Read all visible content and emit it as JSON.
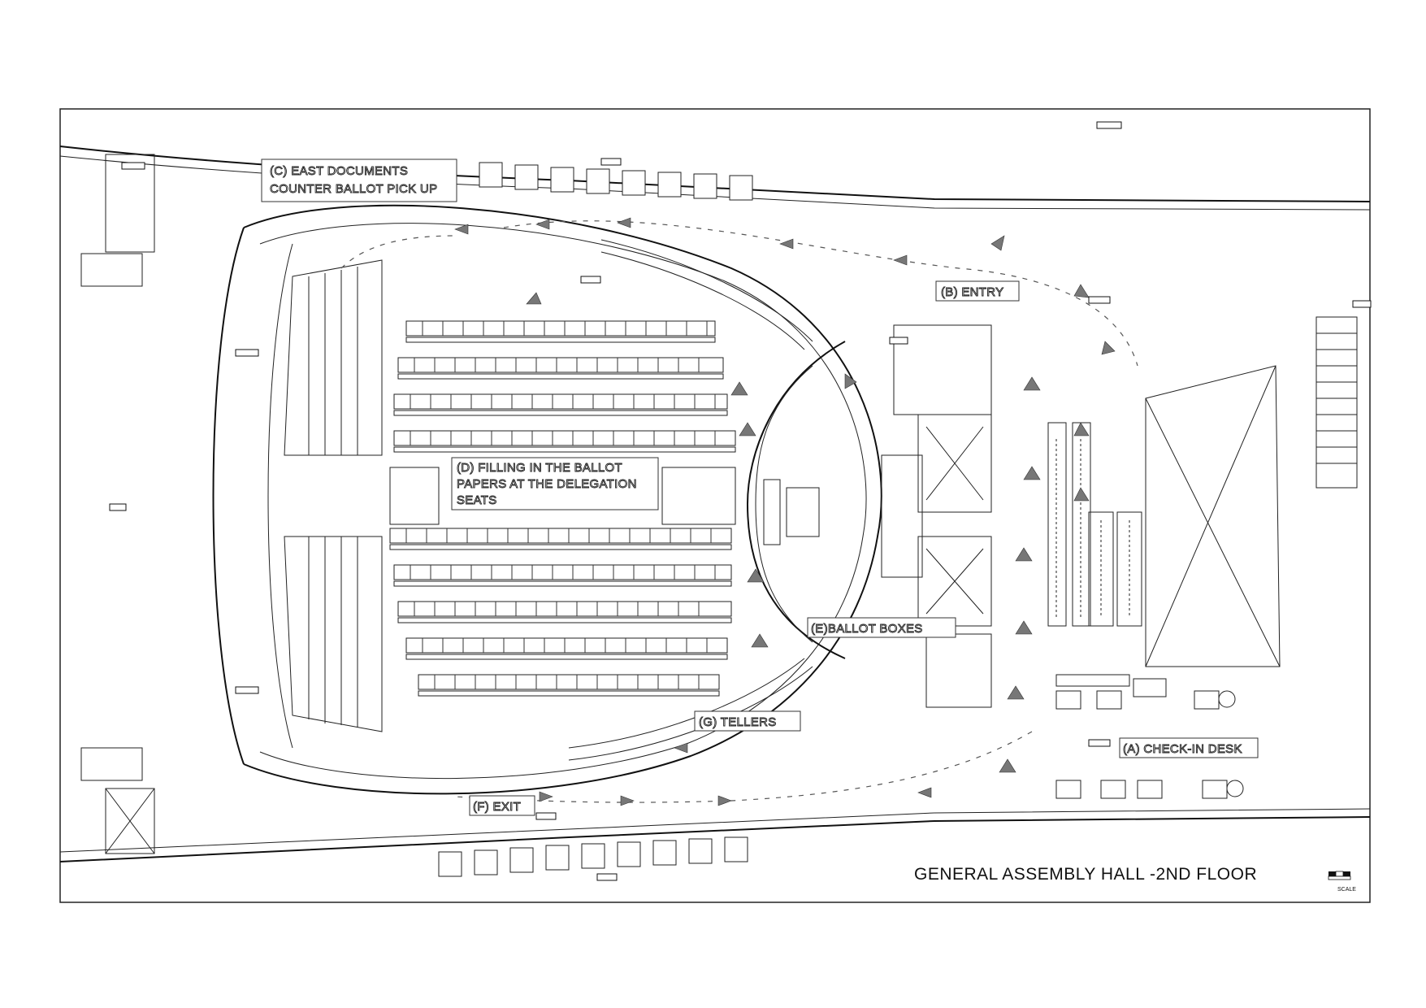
{
  "title": "GENERAL ASSEMBLY  HALL -2ND FLOOR",
  "scale_label": "SCALE",
  "labels": {
    "a": "(A) CHECK-IN DESK",
    "b": "(B) ENTRY",
    "c_line1": "(C) EAST DOCUMENTS",
    "c_line2": "COUNTER BALLOT PICK UP",
    "d_line1": "(D) FILLING IN THE BALLOT",
    "d_line2": "PAPERS AT THE DELEGATION",
    "d_line3": "SEATS",
    "e": "(E)BALLOT BOXES",
    "f": "(F) EXIT",
    "g": "(G) TELLERS"
  }
}
